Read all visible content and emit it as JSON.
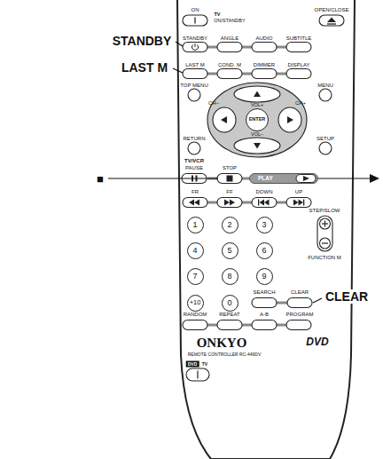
{
  "diagram": {
    "nodes": [
      {
        "text": [
          "ENTER"
        ]
      },
      {
        "text": [
          "PLAY"
        ]
      },
      {
        "text": [
          "1"
        ]
      },
      {
        "text": [
          "2"
        ]
      },
      {
        "text": [
          "3"
        ]
      },
      {
        "text": [
          "4"
        ]
      },
      {
        "text": [
          "5"
        ]
      },
      {
        "text": [
          "6"
        ]
      },
      {
        "text": [
          "7"
        ]
      },
      {
        "text": [
          "8"
        ]
      },
      {
        "text": [
          "9"
        ]
      },
      {
        "text": [
          "+10"
        ]
      },
      {
        "text": [
          "0"
        ]
      }
    ],
    "labels": [
      "STANDBY",
      "LAST M",
      "■",
      "CLEAR",
      "ON",
      "TV",
      "ON/STANDBY",
      "OPEN/CLOSE",
      "STANDBY",
      "ANGLE",
      "AUDIO",
      "SUBTITLE",
      "LAST M",
      "COND. M",
      "DIMMER",
      "DISPLAY",
      "TOP MENU",
      "MENU",
      "CH–",
      "CH+",
      "VOL+",
      "VOL–",
      "RETURN",
      "SETUP",
      "TV/VCR",
      "PAUSE",
      "STOP",
      "FR",
      "FF",
      "DOWN",
      "UP",
      "STEP/SLOW",
      "FUNCTION M",
      "SEARCH",
      "CLEAR",
      "RANDOM",
      "REPEAT",
      "A-B",
      "PROGRAM",
      "ONKYO",
      "DVD",
      "REMOTE CONTROLLER RC-449DV",
      "DVD",
      "TV"
    ]
  }
}
